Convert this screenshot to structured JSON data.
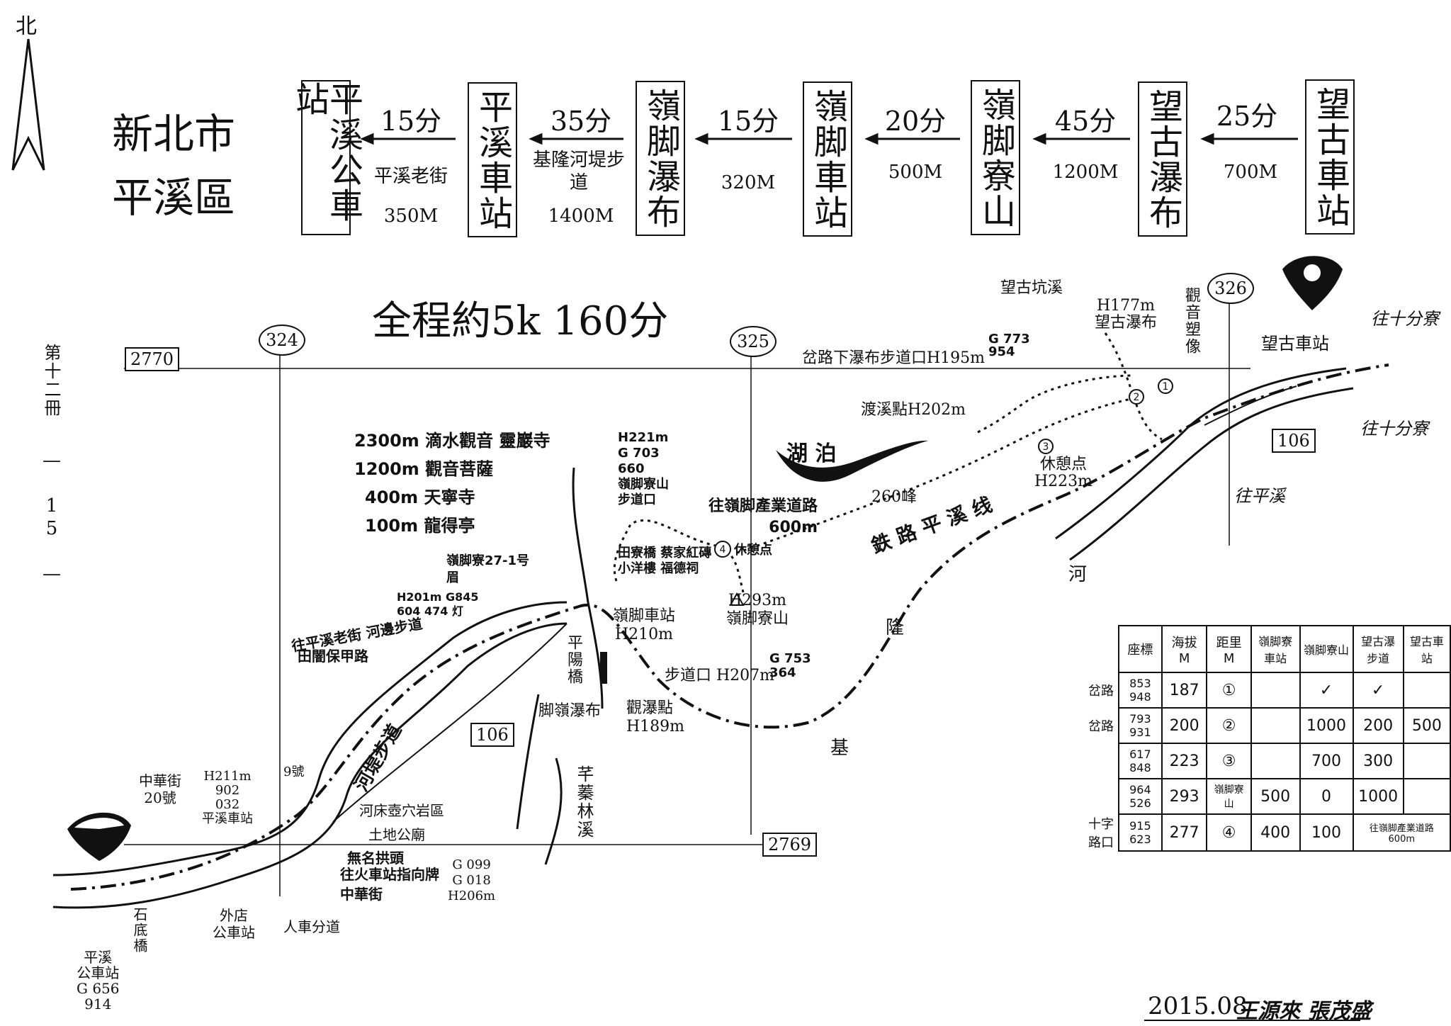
{
  "north": {
    "label": "北"
  },
  "side": {
    "volume": "第十二冊",
    "page": "— 15 —"
  },
  "title": {
    "line1": "新北市",
    "line2": "平溪區"
  },
  "route_header": {
    "stops": [
      "平溪公車站",
      "平溪車站",
      "嶺脚瀑布",
      "嶺脚車站",
      "嶺脚寮山",
      "望古瀑布",
      "望古車站"
    ],
    "legs": [
      {
        "time": "15分",
        "via": "平溪老街",
        "dist": "350M"
      },
      {
        "time": "35分",
        "via": "基隆河堤步道",
        "dist": "1400M"
      },
      {
        "time": "15分",
        "via": "",
        "dist": "320M"
      },
      {
        "time": "20分",
        "via": "",
        "dist": "500M"
      },
      {
        "time": "45分",
        "via": "",
        "dist": "1200M"
      },
      {
        "time": "25分",
        "via": "",
        "dist": "700M"
      }
    ]
  },
  "summary": "全程約5k 160分",
  "grid": {
    "y_top": "2770",
    "y_bottom": "2769",
    "x1": "324",
    "x2": "325",
    "x3": "326",
    "road": "106"
  },
  "map_labels": {
    "wanggu_creek": "望古坑溪",
    "wanggu_falls": "H177m\n望古瀑布",
    "guanyin": "觀音塑像",
    "wanggu_station": "望古車站",
    "to_shifen_1": "往十分寮",
    "to_shifen_2": "往十分寮",
    "to_pingxi": "往平溪",
    "junction_falls": "岔路下瀑布步道口H195m",
    "junction_g": "G 773\n954",
    "ford": "渡溪點H202m",
    "lake": "湖  泊",
    "peak260": "260峰",
    "rest3": "休憩点\nH223m",
    "railway": "鉄 路 平 溪 线",
    "river1": "河",
    "river2": "隆",
    "river3": "基",
    "lingjiao_trailhead": "H221m\nG 703\n660\n嶺脚寮山\n步道口",
    "industrial_road": "往嶺脚產業道路\n600m",
    "rest4": "休憩点",
    "h293": "H293m\n嶺脚寮山",
    "lingjiao_station": "嶺脚車站\nH210m",
    "pingyang_bridge": "平陽橋",
    "trailhead207": "步道口 H207m",
    "g207": "G 753\n364",
    "lingjiao_falls": "脚嶺瀑布",
    "viewpoint": "觀瀑點\nH189m",
    "creek": "芊蓁林溪",
    "temples_list": [
      "2300m 滴水觀音 靈巖寺",
      "1200m 觀音菩薩",
      "400m 天寧寺",
      "100m 龍得亭"
    ],
    "rest_note1": "嶺脚寮27-1号\n眉",
    "shrine": "田寮橋 蔡家紅磚小洋樓 福德祠",
    "h201": "H201m G845\n604 474 灯",
    "to_oldstreet": "往平溪老街 河邊步道",
    "tianliao": "田闇保甲路",
    "riverbank": "河堤步道",
    "zhonghua": "中華街\n20號",
    "h211": "H211m\n902\n032\n平溪車站",
    "no9": "9號",
    "potholes": "河床壺穴岩區",
    "land_temple": "土地公廟",
    "nameless": "無名拱頭",
    "to_station": "往火車站指向牌\n中華街",
    "g099": "G 099\nG 018\nH206m",
    "waidian": "外店\n公車站",
    "pedestrian": "人車分道",
    "shidi": "石底橋",
    "pingxi_bus": "平溪\n公車站\nG 656\n914"
  },
  "table": {
    "headers": [
      "座標",
      "海拔 M",
      "距里 M",
      "嶺脚寮車站",
      "嶺脚寮山",
      "望古瀑步道",
      "望古車站"
    ],
    "rows": [
      {
        "label": "岔路",
        "coord": "853 948",
        "alt": "187",
        "no": "①",
        "c1": "",
        "c2": "✓",
        "c3": "✓",
        "c4": ""
      },
      {
        "label": "岔路",
        "coord": "793 931",
        "alt": "200",
        "no": "②",
        "c1": "",
        "c2": "1000",
        "c3": "200",
        "c4": "500"
      },
      {
        "label": "",
        "coord": "617 848",
        "alt": "223",
        "no": "③",
        "c1": "",
        "c2": "700",
        "c3": "300",
        "c4": ""
      },
      {
        "label": "",
        "coord": "964 526",
        "alt": "293",
        "no": "嶺脚寮山",
        "c1": "500",
        "c2": "0",
        "c3": "1000",
        "c4": ""
      },
      {
        "label": "十字路口",
        "coord": "915 623",
        "alt": "277",
        "no": "④",
        "c1": "400",
        "c2": "100",
        "c3": "往嶺脚產業道路 600m",
        "c4": ""
      }
    ]
  },
  "footer": {
    "date": "2015.08",
    "authors": "王源來  張茂盛"
  }
}
